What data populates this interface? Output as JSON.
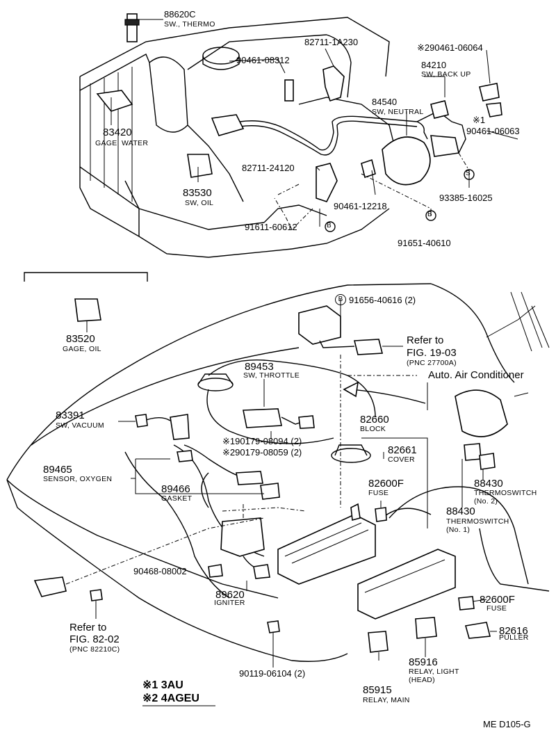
{
  "symbols": {
    "asterisk": "※",
    "circle_s": "S",
    "circle_b": "B"
  },
  "parts": {
    "p88620C": {
      "pn": "88620C",
      "desc": "SW., THERMO"
    },
    "p82711_1A230": {
      "pn": "82711-1A230"
    },
    "p290461_06064": {
      "pn": "※290461-06064"
    },
    "p90461_08312": {
      "pn": "90461-08312"
    },
    "p84210": {
      "pn": "84210",
      "desc": "SW, BACK UP"
    },
    "p84540": {
      "pn": "84540",
      "desc": "SW, NEUTRAL"
    },
    "mark1": {
      "pn": "※1"
    },
    "p90461_06063": {
      "pn": "90461-06063"
    },
    "p83420": {
      "pn": "83420",
      "desc": "GAGE, WATER"
    },
    "p82711_24120": {
      "pn": "82711-24120"
    },
    "p83530": {
      "pn": "83530",
      "desc": "SW, OIL"
    },
    "p93385_16025": {
      "pn": "93385-16025"
    },
    "p90461_12218": {
      "pn": "90461-12218"
    },
    "p91611_60612": {
      "pn": "91611-60612"
    },
    "p91651_40610": {
      "pn": "91651-40610"
    },
    "p83520": {
      "pn": "83520",
      "desc": "GAGE, OIL"
    },
    "p91656_40616": {
      "pn": "91656-40616 (2)"
    },
    "ref1903": {
      "line1": "Refer to",
      "line2": "FIG. 19-03",
      "line3": "(PNC 27700A)"
    },
    "p89453": {
      "pn": "89453",
      "desc": "SW, THROTTLE"
    },
    "auto_ac": {
      "text": "Auto. Air Conditioner"
    },
    "p83391": {
      "pn": "83391",
      "desc": "SW, VACUUM"
    },
    "p190179_08094": {
      "pn": "※190179-08094 (2)"
    },
    "p290179_08059": {
      "pn": "※290179-08059 (2)"
    },
    "p82660": {
      "pn": "82660",
      "desc": "BLOCK"
    },
    "p82661": {
      "pn": "82661",
      "desc": "COVER"
    },
    "p89465": {
      "pn": "89465",
      "desc": "SENSOR, OXYGEN"
    },
    "p89466": {
      "pn": "89466",
      "desc": "GASKET"
    },
    "p82600F_a": {
      "pn": "82600F",
      "desc": "FUSE"
    },
    "p88430_2": {
      "pn": "88430",
      "desc": "THERMOSWITCH",
      "sub": "(No. 2)"
    },
    "p88430_1": {
      "pn": "88430",
      "desc": "THERMOSWITCH",
      "sub": "(No. 1)"
    },
    "p90468_08002": {
      "pn": "90468-08002"
    },
    "p89620": {
      "pn": "89620",
      "desc": "IGNITER"
    },
    "p82600F_b": {
      "pn": "82600F",
      "desc": "FUSE"
    },
    "ref8202": {
      "line1": "Refer to",
      "line2": "FIG. 82-02",
      "line3": "(PNC 82210C)"
    },
    "p82616": {
      "pn": "82616",
      "desc": "PULLER"
    },
    "p85916": {
      "pn": "85916",
      "desc": "RELAY, LIGHT",
      "sub": "(HEAD)"
    },
    "p90119_06104": {
      "pn": "90119-06104 (2)"
    },
    "p85915": {
      "pn": "85915",
      "desc": "RELAY, MAIN"
    }
  },
  "legend": {
    "line1": "※1 3AU",
    "line2": "※2 4AGEU"
  },
  "footer": {
    "code": "ME  D105-G"
  }
}
